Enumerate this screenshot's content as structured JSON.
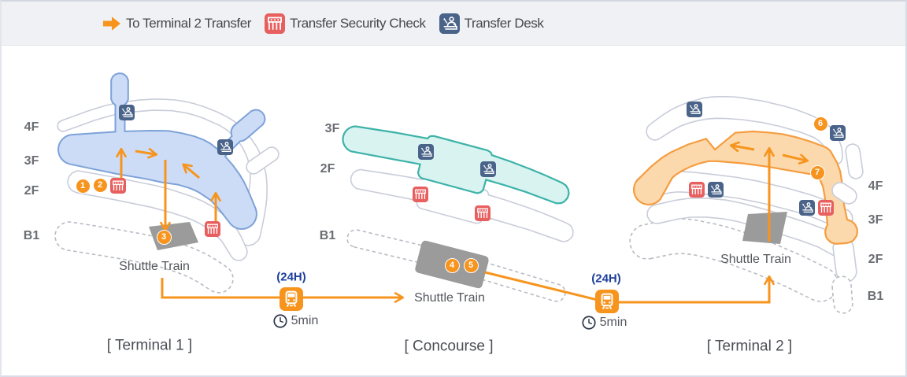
{
  "colors": {
    "accent_orange": "#f7941d",
    "security_red": "#e85f5f",
    "desk_navy": "#4a6389",
    "t1_fill_blue": "#cddcf6",
    "concourse_fill_teal": "#d9f3f1",
    "t2_fill_orange": "#fbd9ad",
    "hours_blue": "#1d3e9c",
    "platform_gray": "#9b9b9b"
  },
  "legend": {
    "items": [
      {
        "icon": "to-terminal-2-arrow-icon",
        "label": "To Terminal 2 Transfer"
      },
      {
        "icon": "transfer-security-check-icon",
        "label": "Transfer Security Check"
      },
      {
        "icon": "transfer-desk-icon",
        "label": "Transfer Desk"
      }
    ]
  },
  "terminal1": {
    "title": "[ Terminal 1 ]",
    "floors": [
      "4F",
      "3F",
      "2F",
      "B1"
    ],
    "shuttle_label": "Shuttle Train",
    "badges": [
      "1",
      "2",
      "3"
    ]
  },
  "concourse": {
    "title": "[ Concourse ]",
    "floors": [
      "3F",
      "2F",
      "B1"
    ],
    "shuttle_label": "Shuttle Train",
    "badges": [
      "4",
      "5"
    ]
  },
  "terminal2": {
    "title": "[ Terminal 2 ]",
    "floors": [
      "4F",
      "3F",
      "2F",
      "B1"
    ],
    "shuttle_label": "Shuttle Train",
    "badges": [
      "6",
      "7"
    ]
  },
  "shuttle_link_t1_concourse": {
    "hours": "(24H)",
    "duration": "5min"
  },
  "shuttle_link_concourse_t2": {
    "hours": "(24H)",
    "duration": "5min"
  }
}
